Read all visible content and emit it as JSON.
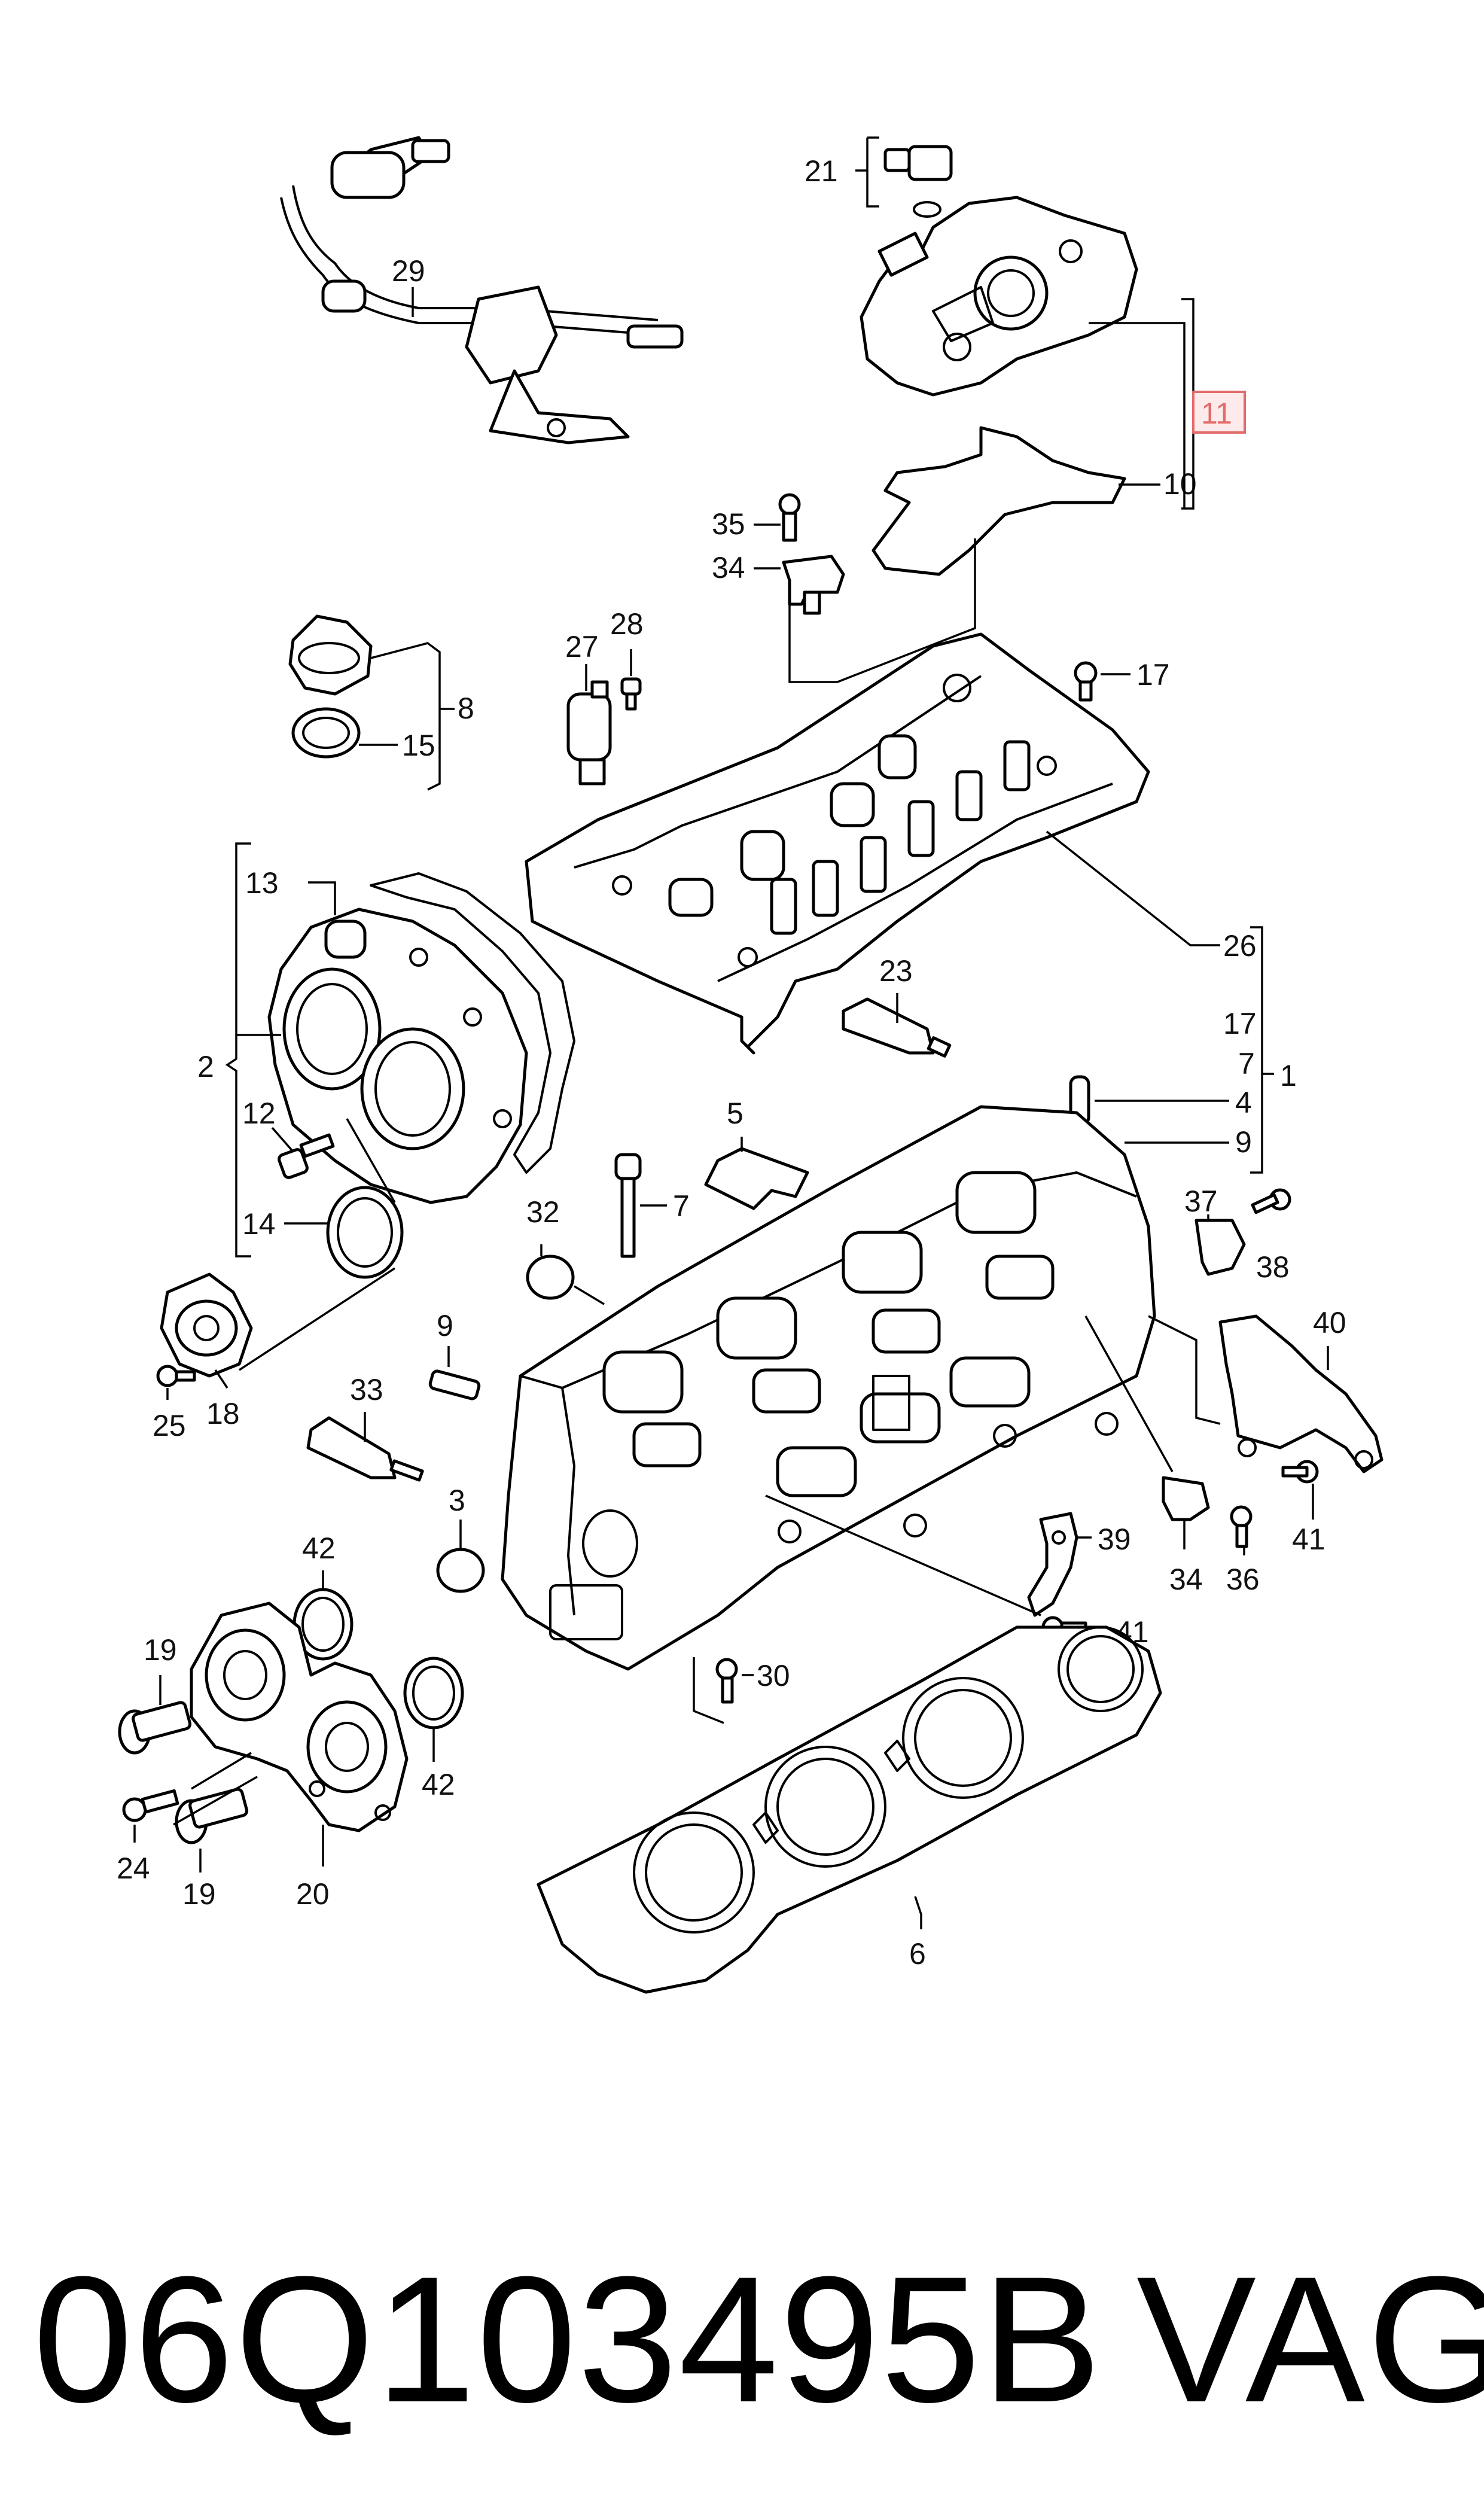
{
  "diagram": {
    "callouts": {
      "c1": "1",
      "c2": "2",
      "c3": "3",
      "c4": "4",
      "c5": "5",
      "c6": "6",
      "c7a": "7",
      "c7b": "7",
      "c8": "8",
      "c9a": "9",
      "c9b": "9",
      "c10": "10",
      "c11": "11",
      "c12": "12",
      "c13": "13",
      "c14": "14",
      "c15": "15",
      "c17a": "17",
      "c17b": "17",
      "c18": "18",
      "c19a": "19",
      "c19b": "19",
      "c20": "20",
      "c21": "21",
      "c23": "23",
      "c24": "24",
      "c25": "25",
      "c26": "26",
      "c27": "27",
      "c28": "28",
      "c29": "29",
      "c30": "30",
      "c32": "32",
      "c33": "33",
      "c34a": "34",
      "c34b": "34",
      "c35": "35",
      "c36": "36",
      "c37": "37",
      "c38": "38",
      "c39": "39",
      "c40": "40",
      "c41a": "41",
      "c41b": "41",
      "c42a": "42",
      "c42b": "42"
    },
    "highlighted_callout": "11",
    "highlight_color": "#e26b6b"
  },
  "footer": {
    "part_number": "06Q103495B",
    "brand": "VAG"
  }
}
